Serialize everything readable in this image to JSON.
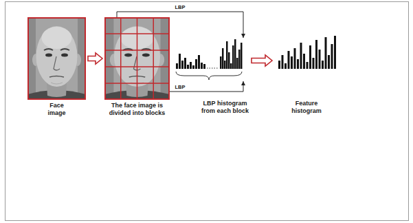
{
  "diagram": {
    "nodes": [
      {
        "text": [
          "Face image"
        ]
      },
      {
        "text": [
          "The face image is divided into blocks"
        ]
      },
      {
        "text": [
          "LBP histogram from each block"
        ]
      },
      {
        "text": [
          "Feature histogram"
        ]
      }
    ],
    "edges": [
      {
        "from": 0,
        "to": 1,
        "arrow": "to"
      },
      {
        "from": 1,
        "to": 2,
        "label": "LBP",
        "arrow": "to"
      },
      {
        "from": 1,
        "to": 2,
        "label": "LBP",
        "arrow": "to"
      },
      {
        "from": 2,
        "to": 3,
        "arrow": "to"
      }
    ]
  }
}
